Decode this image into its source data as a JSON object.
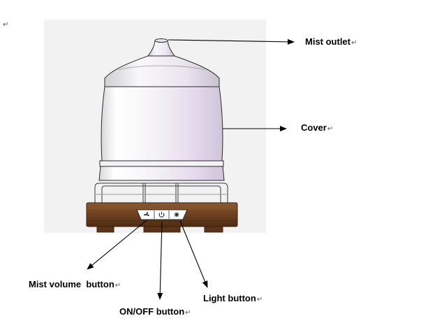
{
  "labels": {
    "mist_outlet": "Mist outlet",
    "cover": "Cover",
    "mist_volume_button": "Mist volume  button",
    "on_off_button": "ON/OFF button",
    "light_button": "Light button"
  },
  "paragraph_mark": "↵",
  "colors": {
    "background_panel": "#f2f2f2",
    "cover_tint": "#e9e0ef",
    "base_wood": "#7a4a25",
    "base_wood_dark": "#4e2c12",
    "outline": "#2a2a2a",
    "control_panel": "#ffffff"
  },
  "icons": {
    "mist_volume": "fan-icon",
    "on_off": "power-icon",
    "light": "light-icon"
  }
}
